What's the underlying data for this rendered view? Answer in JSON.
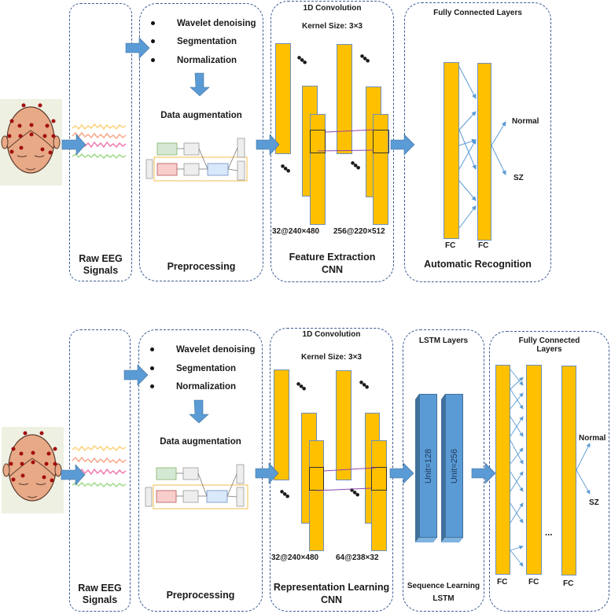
{
  "top": {
    "raw_eeg_label": "Raw EEG\nSignals",
    "preprocessing": {
      "bullets": [
        "Wavelet denoising",
        "Segmentation",
        "Normalization"
      ],
      "augmentation_label": "Data augmentation",
      "footer": "Preprocessing"
    },
    "conv": {
      "title": "1D Convolution",
      "kernel": "Kernel Size: 3×3",
      "dims_left": "32@240×480",
      "dims_right": "256@220×512",
      "footer_line1": "Feature Extraction",
      "footer_line2": "CNN"
    },
    "fc": {
      "title": "Fully Connected Layers",
      "layer_labels": [
        "FC",
        "FC"
      ],
      "outputs": [
        "Normal",
        "SZ"
      ],
      "footer": "Automatic Recognition"
    }
  },
  "bottom": {
    "raw_eeg_label": "Raw EEG\nSignals",
    "preprocessing": {
      "bullets": [
        "Wavelet denoising",
        "Segmentation",
        "Normalization"
      ],
      "augmentation_label": "Data augmentation",
      "footer": "Preprocessing"
    },
    "conv": {
      "title": "1D Convolution",
      "kernel": "Kernel Size: 3×3",
      "dims_left": "32@240×480",
      "dims_right": "64@238×32",
      "footer_line1": "Representation  Learning",
      "footer_line2": "CNN"
    },
    "lstm": {
      "title": "LSTM Layers",
      "units": [
        "Unit=128",
        "Unit=256"
      ],
      "footer_line1": "Sequence Learning",
      "footer_line2": "LSTM"
    },
    "fc": {
      "title": "Fully Connected\nLayers",
      "layer_labels": [
        "FC",
        "FC",
        "FC"
      ],
      "ellipsis": "...",
      "outputs": [
        "Normal",
        "SZ"
      ]
    }
  },
  "colors": {
    "layer": "#ffc000",
    "arrow": "#5b9bd5",
    "lstm": "#5b9bd5",
    "panel_border": "#3b5b93"
  }
}
